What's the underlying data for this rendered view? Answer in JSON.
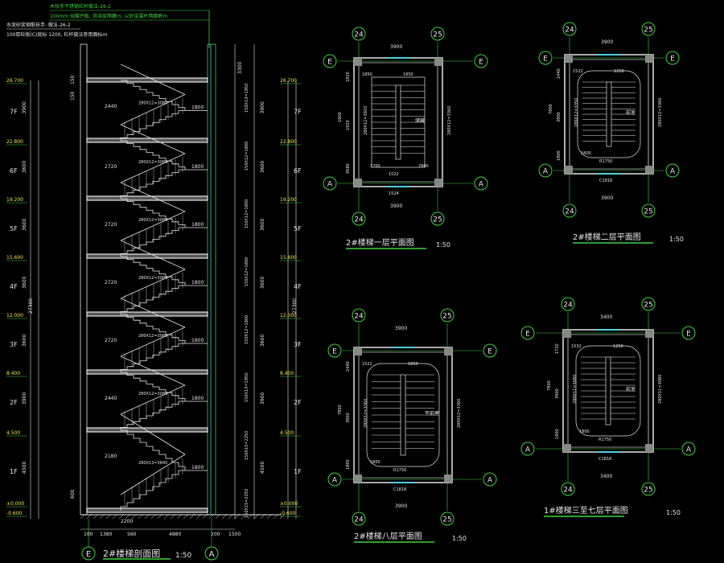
{
  "notes": [
    "水泥砂浆钢筋扶手: 做法-26-2",
    "木扶手不锈钢栏杆做法-26-2",
    "100mm 硅酸钙板, 泡沫层隔膜m, 以好金属杆两面刷m",
    "100厚砼板(C)底标 1200, 栏杆做法参用面标m"
  ],
  "section": {
    "title": "2#楼梯剖面图",
    "scale": "1:50",
    "floors": [
      "7F",
      "6F",
      "5F",
      "4F",
      "3F",
      "2F",
      "1F"
    ],
    "elevations": [
      "26.700",
      "22.800",
      "19.200",
      "15.600",
      "12.000",
      "8.400",
      "4.500",
      "±0.000",
      "-0.600"
    ],
    "heights": [
      "3900",
      "3600",
      "3600",
      "3600",
      "3600",
      "3900",
      "4500"
    ],
    "total_height": "27300",
    "top_dims": [
      "3300",
      "150",
      "150"
    ],
    "landing_dims": [
      "2440",
      "1800",
      "2720",
      "1800",
      "2720",
      "1800",
      "2720",
      "1800",
      "2720",
      "1800",
      "2440",
      "1800",
      "2180",
      "1800"
    ],
    "step_labels": [
      "280X12=3080",
      "280X12=3080",
      "280X12=3080",
      "280X12=3080",
      "280X12=3080",
      "280X12=3080",
      "280X13=3640"
    ],
    "riser_labels": [
      "150X13=1950",
      "150X12=1800",
      "150X12=1800",
      "150X12=1800",
      "150X12=1800",
      "150X13=1950",
      "150X15=2250",
      "150X15=2250"
    ],
    "bottom_dims": [
      "100",
      "1380",
      "560",
      "4880",
      "200",
      "1500"
    ],
    "bottom_extra": [
      "600",
      "2200"
    ],
    "axis_left": "E",
    "axis_right": "A"
  },
  "plans": [
    {
      "title": "2#楼梯一层平面图",
      "scale": "1:50",
      "axes_top": [
        "24",
        "25"
      ],
      "axes_side": [
        "E",
        "A"
      ],
      "width": "3900",
      "inner": [
        "1850",
        "1850"
      ],
      "dims_side": [
        "1820",
        "1920",
        "4580"
      ],
      "labels": [
        "280X12=3360",
        "280X12=3920",
        "1522",
        "1524",
        "1700",
        "1800",
        "7800"
      ],
      "room": "储藏"
    },
    {
      "title": "2#楼梯二层平面图",
      "scale": "1:50",
      "axes_top": [
        "24",
        "25"
      ],
      "axes_side": [
        "E",
        "A"
      ],
      "width": "3900",
      "inner": [
        "1522",
        "1250"
      ],
      "dims_side": [
        "2440",
        "3900",
        "1800"
      ],
      "labels": [
        "280X12=3360",
        "280X12=3350",
        "R1750",
        "C1818",
        "1800",
        "7800"
      ],
      "room": "前室"
    },
    {
      "title": "2#楼梯八层平面图",
      "scale": "1:50",
      "axes_top": [
        "24",
        "25"
      ],
      "axes_side": [
        "E",
        "A"
      ],
      "width": "3900",
      "inner": [
        "1522",
        "1850"
      ],
      "dims_side": [
        "2440",
        "3900",
        "1800"
      ],
      "labels": [
        "280X12=3360",
        "280X12=3360",
        "R1750",
        "C1818",
        "1800",
        "7800"
      ],
      "room": "平前屋"
    },
    {
      "title": "1#楼梯三至七层平面图",
      "scale": "1:50",
      "axes_top": [
        "24",
        "25"
      ],
      "axes_side": [
        "E",
        "A"
      ],
      "width": "3400",
      "inner": [
        "1532",
        "1250"
      ],
      "dims_side": [
        "1720",
        "3900",
        "1800"
      ],
      "labels": [
        "280X11=3080",
        "280X11=3080",
        "R1750",
        "C1818",
        "1800",
        "7800"
      ],
      "room": "前室"
    }
  ]
}
